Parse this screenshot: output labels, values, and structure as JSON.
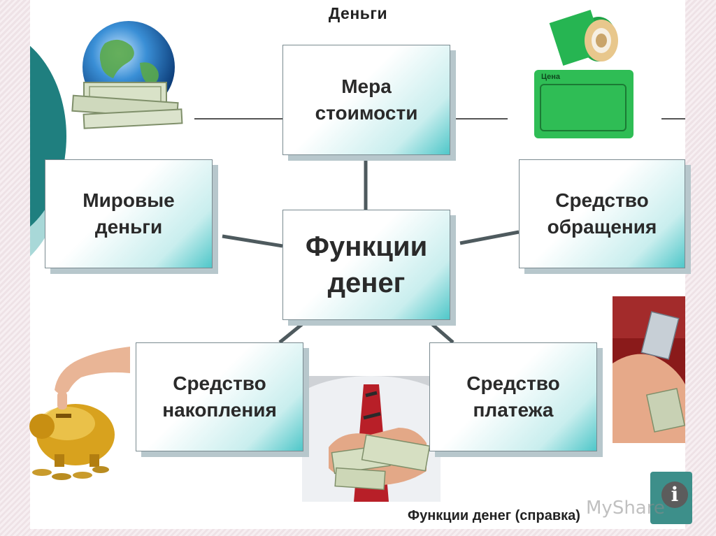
{
  "diagram": {
    "top_title": "Деньги",
    "center": {
      "line1": "Функции",
      "line2": "денег"
    },
    "nodes": {
      "measure": {
        "line1": "Мера",
        "line2": "стоимости"
      },
      "world": {
        "line1": "Мировые",
        "line2": "деньги"
      },
      "circulation": {
        "line1": "Средство",
        "line2": "обращения"
      },
      "accumulation": {
        "line1": "Средство",
        "line2": "накопления"
      },
      "payment": {
        "line1": "Средство",
        "line2": "платежа"
      }
    },
    "footer_caption": "Функции денег (справка)",
    "price_tag_text": "Цена",
    "watermark": "MyShare",
    "info_badge_letter": "i"
  },
  "colors": {
    "accent_teal": "#4fc7c9",
    "dark_teal": "#1f7f7f",
    "price_tag_green": "#2fbd55"
  },
  "icons": [
    "globe-money-icon",
    "label-roll-icon",
    "price-tag-icon",
    "piggy-bank-icon",
    "money-hands-icon",
    "counting-money-icon",
    "info-icon"
  ]
}
